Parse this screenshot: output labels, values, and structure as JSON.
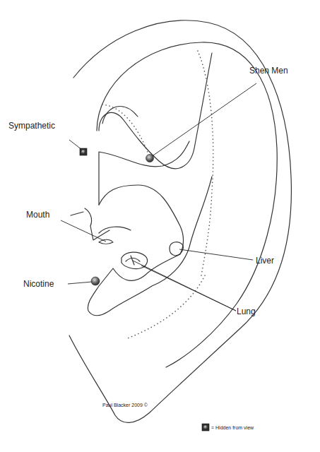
{
  "diagram": {
    "labels": [
      "Shen Men",
      "Sympathetic",
      "Mouth",
      "Nicotine",
      "Liver",
      "Lung",
      "Paul Blacker 2009 ©"
    ],
    "legend": [
      {
        "text": "= Hidden from view"
      }
    ]
  }
}
